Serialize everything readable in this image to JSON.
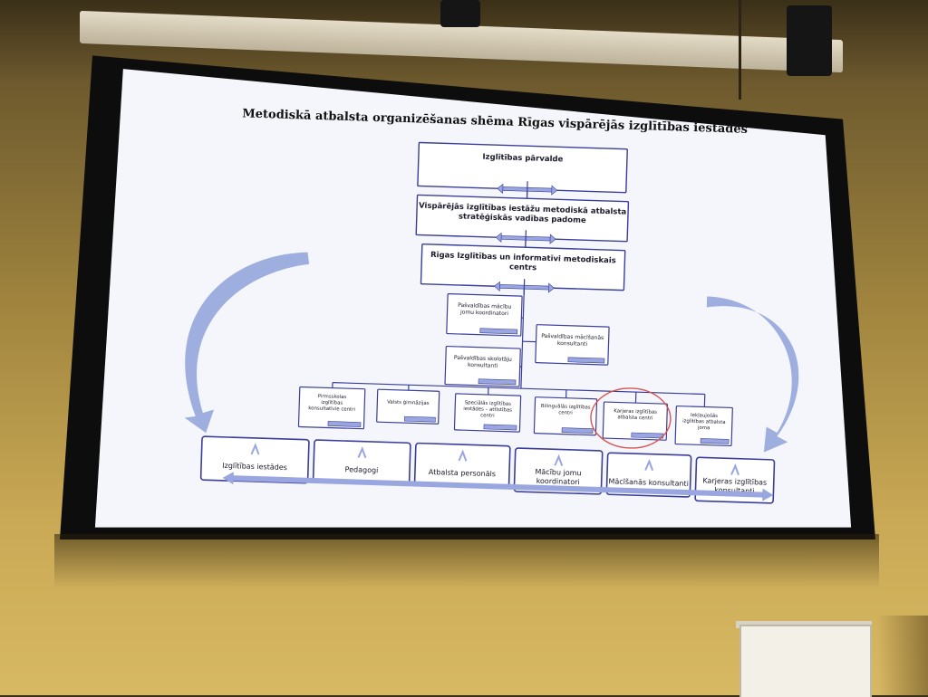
{
  "title": "Metodiskā atbalsta organizēšanas shēma Rīgas vispārējās izglītības iestādēs",
  "top_boxes": [
    {
      "lines": [
        "Izglītības pārvalde"
      ]
    },
    {
      "lines": [
        "Vispārējās izglītības iestāžu metodiskā atbalsta",
        "stratēģiskās vadības padome"
      ]
    },
    {
      "lines": [
        "Rīgas Izglītības un informatīvi metodiskais",
        "centrs"
      ]
    }
  ],
  "middle_boxes": [
    {
      "lines": [
        "Pašvaldības mācību",
        "jomu koordinatori"
      ]
    },
    {
      "lines": [
        "Pašvaldības mācīšanās",
        "konsultanti"
      ]
    },
    {
      "lines": [
        "Pašvaldības skolotāju",
        "konsultanti"
      ]
    }
  ],
  "center_boxes": [
    {
      "lines": [
        "Pirmsskolas",
        "izglītības",
        "konsultatīvie centri"
      ]
    },
    {
      "lines": [
        "Valsts ģimnāzijas"
      ]
    },
    {
      "lines": [
        "Speciālās izglītības",
        "iestādes – attīstības",
        "centri"
      ]
    },
    {
      "lines": [
        "Bilingvālās izglītības",
        "centri"
      ]
    },
    {
      "lines": [
        "Karjeras izglītības",
        "atbalsta centri"
      ]
    },
    {
      "lines": [
        "Iekļaujošās",
        "izglītības atbalsta",
        "joma"
      ]
    }
  ],
  "bottom_boxes": [
    {
      "lines": [
        "Izglītības iestādes"
      ]
    },
    {
      "lines": [
        "Pedagogi"
      ]
    },
    {
      "lines": [
        "Atbalsta personāls"
      ]
    },
    {
      "lines": [
        "Mācību jomu",
        "koordinatori"
      ]
    },
    {
      "lines": [
        "Mācīšanās konsultanti"
      ]
    },
    {
      "lines": [
        "Karjeras izglītības",
        "konsultanti"
      ]
    }
  ],
  "colors": {
    "box_border": "#3a3e9a",
    "box_fill": "#ffffff",
    "bar_fill": "#9aa6e0",
    "arrow_fill": "#8ea1d8",
    "highlight_circle": "#d9534f",
    "screen_bg": "#f4f6fb"
  }
}
